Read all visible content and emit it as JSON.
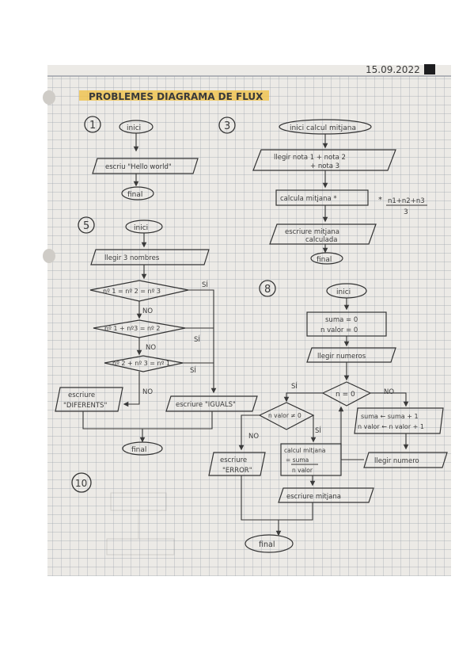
{
  "header": {
    "date": "15.09.2022",
    "title": "PROBLEMES DIAGRAMA DE FLUX"
  },
  "problems": {
    "p1": {
      "number": "1",
      "start": "inici",
      "step": "escriu \"Hello world\"",
      "end": "final"
    },
    "p3": {
      "number": "3",
      "start": "inici calcul mitjana",
      "read_line1": "llegir nota 1 + nota 2",
      "read_line2": "+ nota 3",
      "calc": "calcula mitjana *",
      "formula_mark": "*",
      "formula_num": "n1+n2+n3",
      "formula_den": "3",
      "write_line1": "escriure mitjana",
      "write_line2": "calculada",
      "end": "final"
    },
    "p5": {
      "number": "5",
      "start": "inici",
      "read": "llegir 3 nombres",
      "cond1": "nº 1 = nº 2 = nº 3",
      "cond2": "nº 1 + nº3 = nº 2",
      "cond3": "nº 2 + nº 3 = nº 1",
      "no1": "NO",
      "no2": "NO",
      "no3": "NO",
      "si1": "SÍ",
      "si2": "SÍ",
      "si3": "SÍ",
      "write_diff_line1": "escriure",
      "write_diff_line2": "\"DIFERENTS\"",
      "write_equal": "escriure \"IGUALS\"",
      "end": "final"
    },
    "p8": {
      "number": "8",
      "start": "inici",
      "init_line1": "suma = 0",
      "init_line2": "n valor = 0",
      "read_numbers": "llegir numeros",
      "cond_n": "n = 0",
      "cond_si": "SÍ",
      "cond_no": "NO",
      "update_line1": "suma ← suma + 1",
      "update_line2": "n valor ← n valor + 1",
      "read_number": "llegir numero",
      "cond_valor": "n valor ≠ 0",
      "valor_no": "NO",
      "valor_si": "SÍ",
      "error_line1": "escriure",
      "error_line2": "\"ERROR\"",
      "calc_line1": "calcul mitjana",
      "calc_line2": "= suma",
      "calc_line3": "n valor",
      "write_mean": "escriure mitjana",
      "end": "final"
    },
    "p10": {
      "number": "10"
    }
  }
}
